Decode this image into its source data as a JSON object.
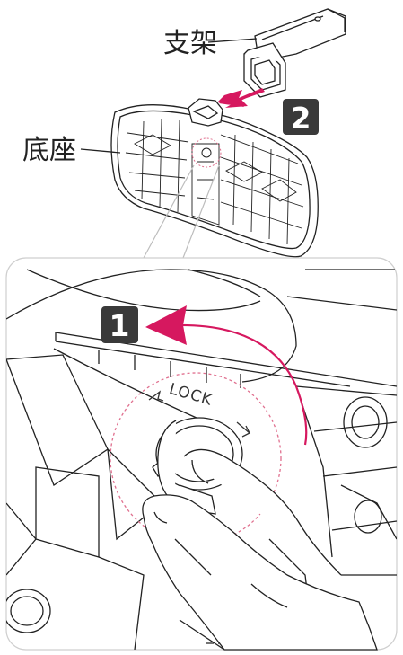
{
  "labels": {
    "bracket": "支架",
    "base": "底座"
  },
  "steps": {
    "step1": "1",
    "step2": "2"
  },
  "lock_text": "LOCK",
  "colors": {
    "arrow_magenta": "#d6185f",
    "dashed_circle": "#e0708f",
    "badge_fill": "#3a3a3a",
    "line_art": "#222222",
    "panel_border": "#cfcfcf"
  },
  "icons": {
    "rotate_arrow": "curved-arrow-icon",
    "insert_arrow": "insert-arrow-icon"
  }
}
